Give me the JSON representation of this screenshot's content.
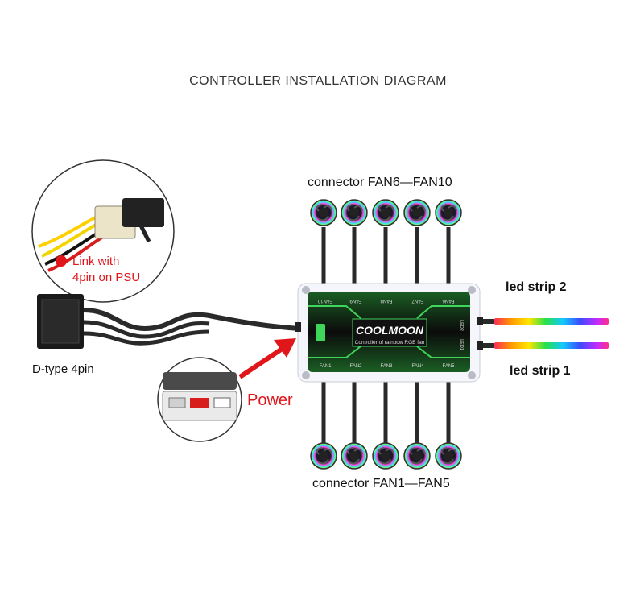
{
  "title": "CONTROLLER INSTALLATION DIAGRAM",
  "labels": {
    "connector_top": "connector  FAN6—FAN10",
    "connector_bottom": "connector  FAN1—FAN5",
    "led_strip_2": "led strip 2",
    "led_strip_1": "led strip 1",
    "dtype": "D-type 4pin",
    "psu_link_line1": "Link with",
    "psu_link_line2": "4pin on PSU",
    "power": "Power"
  },
  "controller": {
    "brand": "COOLMOON",
    "subtitle": "Controller of rainbow RGB fan",
    "ports_top": [
      "FAN10",
      "FAN9",
      "FAN8",
      "FAN7",
      "FAN6"
    ],
    "ports_bottom": [
      "FAN1",
      "FAN2",
      "FAN3",
      "FAN4",
      "FAN5"
    ],
    "strip_ports": [
      "LED2",
      "LED1"
    ]
  },
  "colors": {
    "accent_red": "#e0161b",
    "controller_glow": "#39c84a",
    "cable": "#2a2a2a"
  }
}
